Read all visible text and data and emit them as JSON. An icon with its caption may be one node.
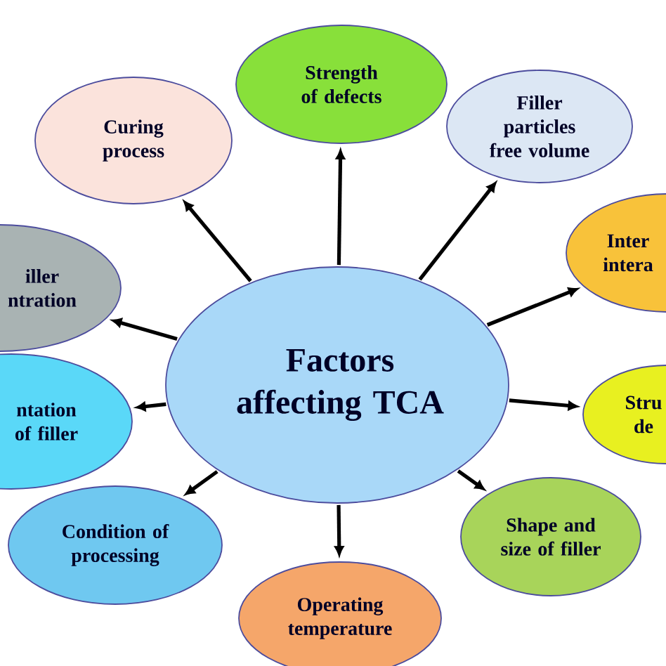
{
  "diagram": {
    "nodes": [
      {
        "text": [
          "Factors affecting TCA"
        ]
      },
      {
        "text": [
          "Strength of defects"
        ]
      },
      {
        "text": [
          "Curing process"
        ]
      },
      {
        "text": [
          "Filler particles free volume"
        ]
      },
      {
        "text": [
          "Inter intera"
        ]
      },
      {
        "text": [
          "Stru de"
        ]
      },
      {
        "text": [
          "Shape and size of filler"
        ]
      },
      {
        "text": [
          "Operating temperature"
        ]
      },
      {
        "text": [
          "Condition of processing"
        ]
      },
      {
        "text": [
          "ntation of filler"
        ]
      },
      {
        "text": [
          "iller ntration"
        ]
      }
    ],
    "edges": [
      {
        "from": 0,
        "to": 1,
        "arrow": "to"
      },
      {
        "from": 0,
        "to": 2,
        "arrow": "to"
      },
      {
        "from": 0,
        "to": 3,
        "arrow": "to"
      },
      {
        "from": 0,
        "to": 4,
        "arrow": "to"
      },
      {
        "from": 0,
        "to": 5,
        "arrow": "to"
      },
      {
        "from": 0,
        "to": 6,
        "arrow": "to"
      },
      {
        "from": 0,
        "to": 7,
        "arrow": "to"
      },
      {
        "from": 0,
        "to": 8,
        "arrow": "to"
      },
      {
        "from": 0,
        "to": 9,
        "arrow": "to"
      },
      {
        "from": 0,
        "to": 10,
        "arrow": "to"
      }
    ]
  }
}
